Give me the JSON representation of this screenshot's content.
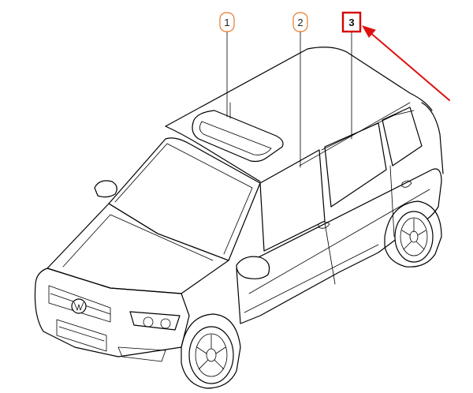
{
  "callouts": [
    {
      "label": "1",
      "style": "rounded",
      "color": "#e8792a"
    },
    {
      "label": "2",
      "style": "rounded",
      "color": "#e8792a"
    },
    {
      "label": "3",
      "style": "box",
      "color": "#d40000"
    }
  ],
  "colors": {
    "linework": "#000000",
    "callout_orange": "#e8792a",
    "highlight_red": "#d40000",
    "arrow_red": "#e01010"
  }
}
